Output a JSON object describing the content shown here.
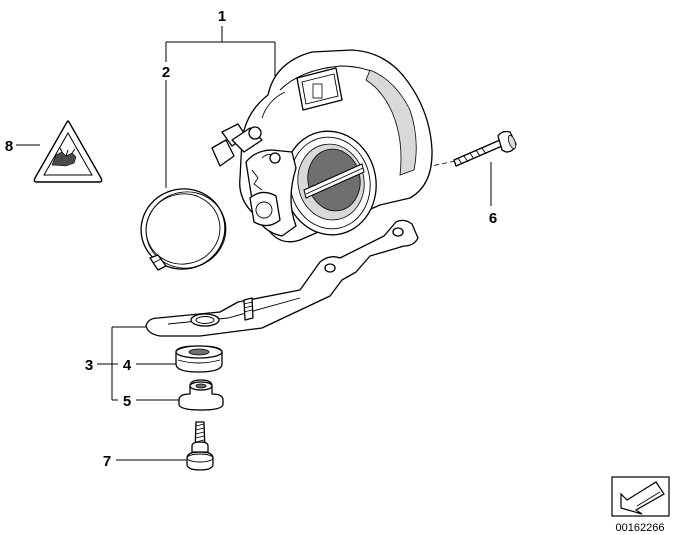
{
  "callouts": {
    "c1": "1",
    "c2": "2",
    "c3": "3",
    "c4": "4",
    "c5": "5",
    "c6": "6",
    "c7": "7",
    "c8": "8"
  },
  "reference_number": "00162266",
  "icons": {
    "warning": "warning-triangle-icon",
    "navigation": "navigation-arrow-icon"
  }
}
